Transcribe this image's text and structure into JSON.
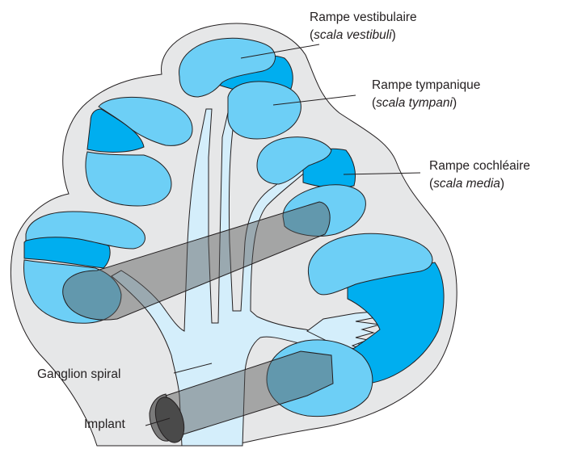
{
  "labels": {
    "vestibuli": {
      "main": "Rampe vestibulaire",
      "open": "(",
      "latin": "scala vestibuli",
      "close": ")"
    },
    "tympani": {
      "main": "Rampe tympanique",
      "open": "(",
      "latin": "scala tympani",
      "close": ")"
    },
    "media": {
      "main": "Rampe cochléaire",
      "open": "(",
      "latin": "scala media",
      "close": ")"
    },
    "ganglion": "Ganglion spiral",
    "implant": "Implant"
  },
  "colors": {
    "background": "#ffffff",
    "bone": "#e6e7e8",
    "outline": "#231f20",
    "scala_light": "#6dcff6",
    "scala_dark": "#00aeef",
    "nerve": "#d4eefb",
    "implant": "#555555"
  }
}
